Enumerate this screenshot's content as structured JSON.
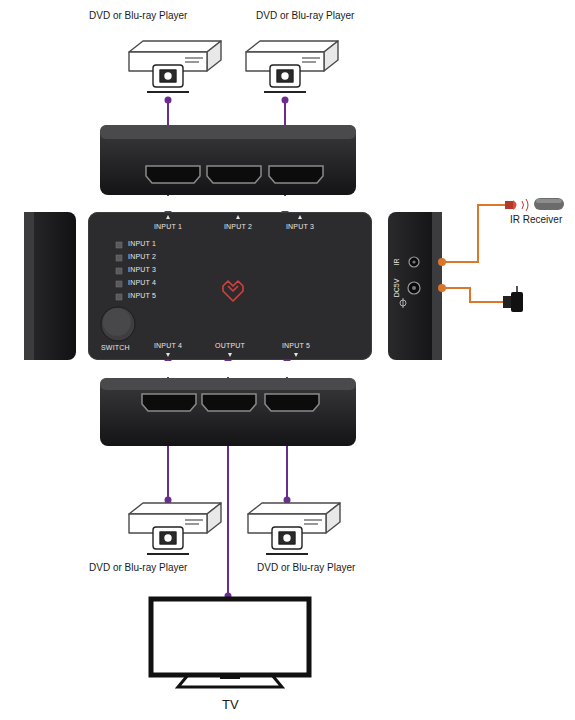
{
  "diagram": {
    "nodes": [
      {
        "text": [
          "DVD or Blu-ray Player"
        ]
      },
      {
        "text": [
          "DVD or Blu-ray Player"
        ]
      },
      {
        "text": [
          "INPUT 1",
          "INPUT 2",
          "INPUT 3",
          "INPUT 1",
          "INPUT 2",
          "INPUT 3",
          "INPUT 4",
          "INPUT 5",
          "SWITCH",
          "INPUT 4",
          "OUTPUT",
          "INPUT 5"
        ]
      },
      {
        "text": [
          "DVD or Blu-ray Player"
        ]
      },
      {
        "text": [
          "DVD or Blu-ray Player"
        ]
      },
      {
        "text": [
          "TV"
        ]
      }
    ],
    "edges": [
      {
        "from": 0,
        "to": 2,
        "arrow": "none"
      },
      {
        "from": 1,
        "to": 2,
        "arrow": "none"
      },
      {
        "from": 3,
        "to": 2,
        "arrow": "none"
      },
      {
        "from": 4,
        "to": 2,
        "arrow": "none"
      },
      {
        "from": 2,
        "to": 5,
        "arrow": "none"
      }
    ],
    "labels": [
      "IR Receiver",
      "IR",
      "DC5V"
    ]
  }
}
